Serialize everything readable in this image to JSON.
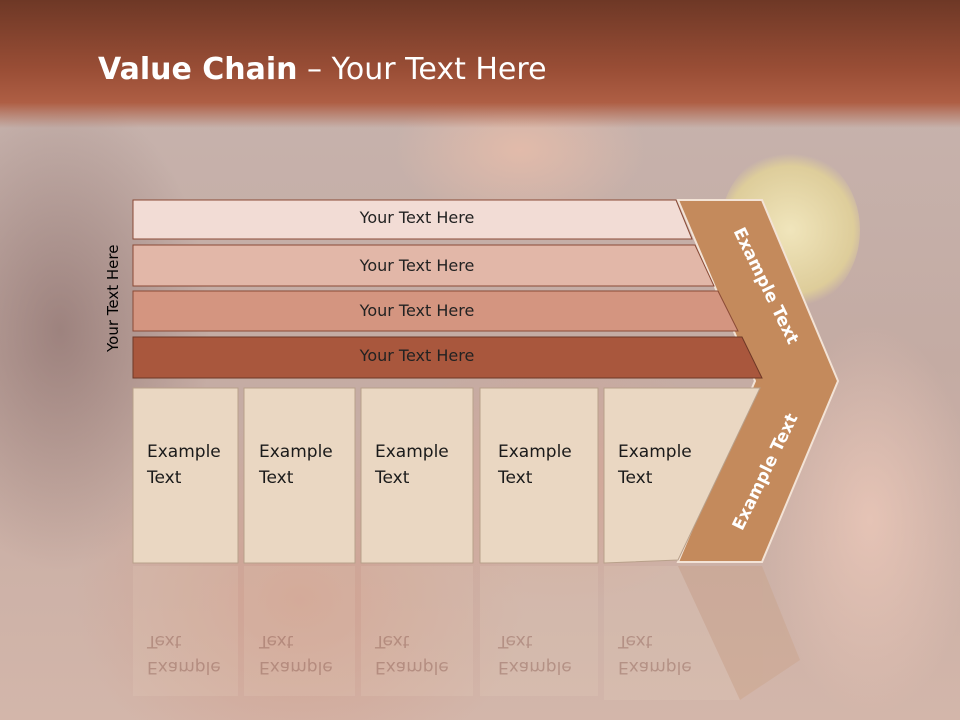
{
  "slide": {
    "title_bold": "Value Chain",
    "title_rest": " – Your Text Here",
    "side_label": "Your Text Here",
    "bars": [
      {
        "label": "Your Text Here",
        "fill": "#f2dcd5"
      },
      {
        "label": "Your Text Here",
        "fill": "#e2b7a8"
      },
      {
        "label": "Your Text Here",
        "fill": "#d49580"
      },
      {
        "label": "Your Text Here",
        "fill": "#a9573d"
      }
    ],
    "boxes": [
      {
        "line1": "Example",
        "line2": "Text"
      },
      {
        "line1": "Example",
        "line2": "Text"
      },
      {
        "line1": "Example",
        "line2": "Text"
      },
      {
        "line1": "Example",
        "line2": "Text"
      },
      {
        "line1": "Example",
        "line2": "Text"
      }
    ],
    "arrow_top_label": "Example Text",
    "arrow_bottom_label": "Example Text",
    "colors": {
      "header": "#9a4e36",
      "arrow": "#c48a5c",
      "box_fill": "#ead7c2"
    }
  }
}
